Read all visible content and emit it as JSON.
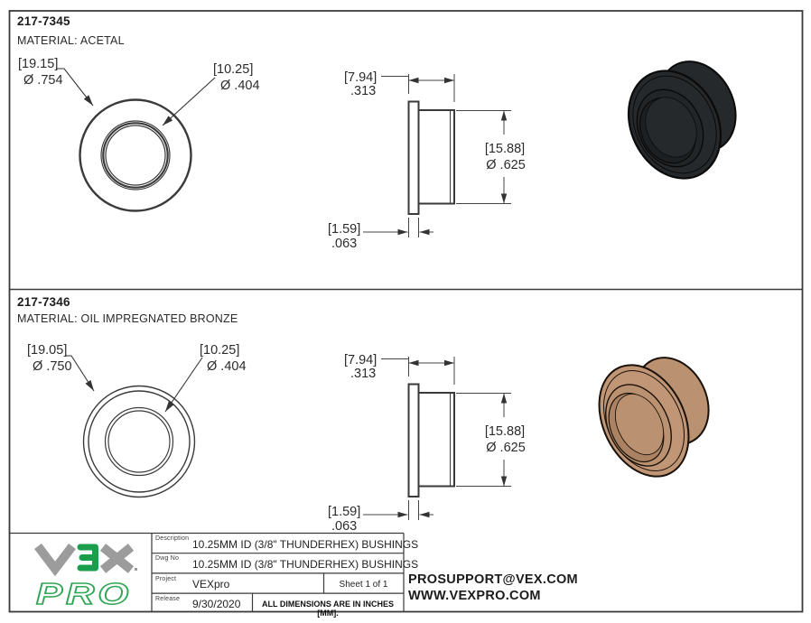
{
  "sheet": {
    "line_color": "#3a3a3a",
    "background": "#ffffff"
  },
  "parts": [
    {
      "part_number": "217-7345",
      "material": "MATERIAL: ACETAL",
      "render_color": "#26292b",
      "dims": {
        "front_outer_mm": "[19.15]",
        "front_outer_in": "Ø .754",
        "front_bore_mm": "[10.25]",
        "front_bore_in": "Ø .404",
        "side_width_mm": "[7.94]",
        "side_width_in": ".313",
        "side_dia_mm": "[15.88]",
        "side_dia_in": "Ø .625",
        "side_flange_mm": "[1.59]",
        "side_flange_in": ".063"
      }
    },
    {
      "part_number": "217-7346",
      "material": "MATERIAL: OIL IMPREGNATED BRONZE",
      "render_color": "#bb9271",
      "dims": {
        "front_outer_mm": "[19.05]",
        "front_outer_in": "Ø .750",
        "front_bore_mm": "[10.25]",
        "front_bore_in": "Ø .404",
        "side_width_mm": "[7.94]",
        "side_width_in": ".313",
        "side_dia_mm": "[15.88]",
        "side_dia_in": "Ø .625",
        "side_flange_mm": "[1.59]",
        "side_flange_in": ".063"
      }
    }
  ],
  "title_block": {
    "logo_brand": "VEX",
    "logo_v": "v",
    "logo_x": "x",
    "logo_pro": "PRO",
    "logo_green": "#1b9e4b",
    "logo_gray": "#9c9c9c",
    "rows": [
      {
        "label": "Description",
        "value": "10.25MM ID (3/8\" THUNDERHEX) BUSHINGS"
      },
      {
        "label": "Dwg  No",
        "value": "10.25MM ID (3/8\" THUNDERHEX) BUSHINGS"
      },
      {
        "label": "Project",
        "value": "VEXpro",
        "extra": "Sheet 1 of 1"
      },
      {
        "label": "Release",
        "value": "9/30/2020",
        "extra": "ALL DIMENSIONS ARE IN INCHES [MM]."
      }
    ]
  },
  "contact": {
    "email": "PROSUPPORT@VEX.COM",
    "website": "WWW.VEXPRO.COM"
  }
}
